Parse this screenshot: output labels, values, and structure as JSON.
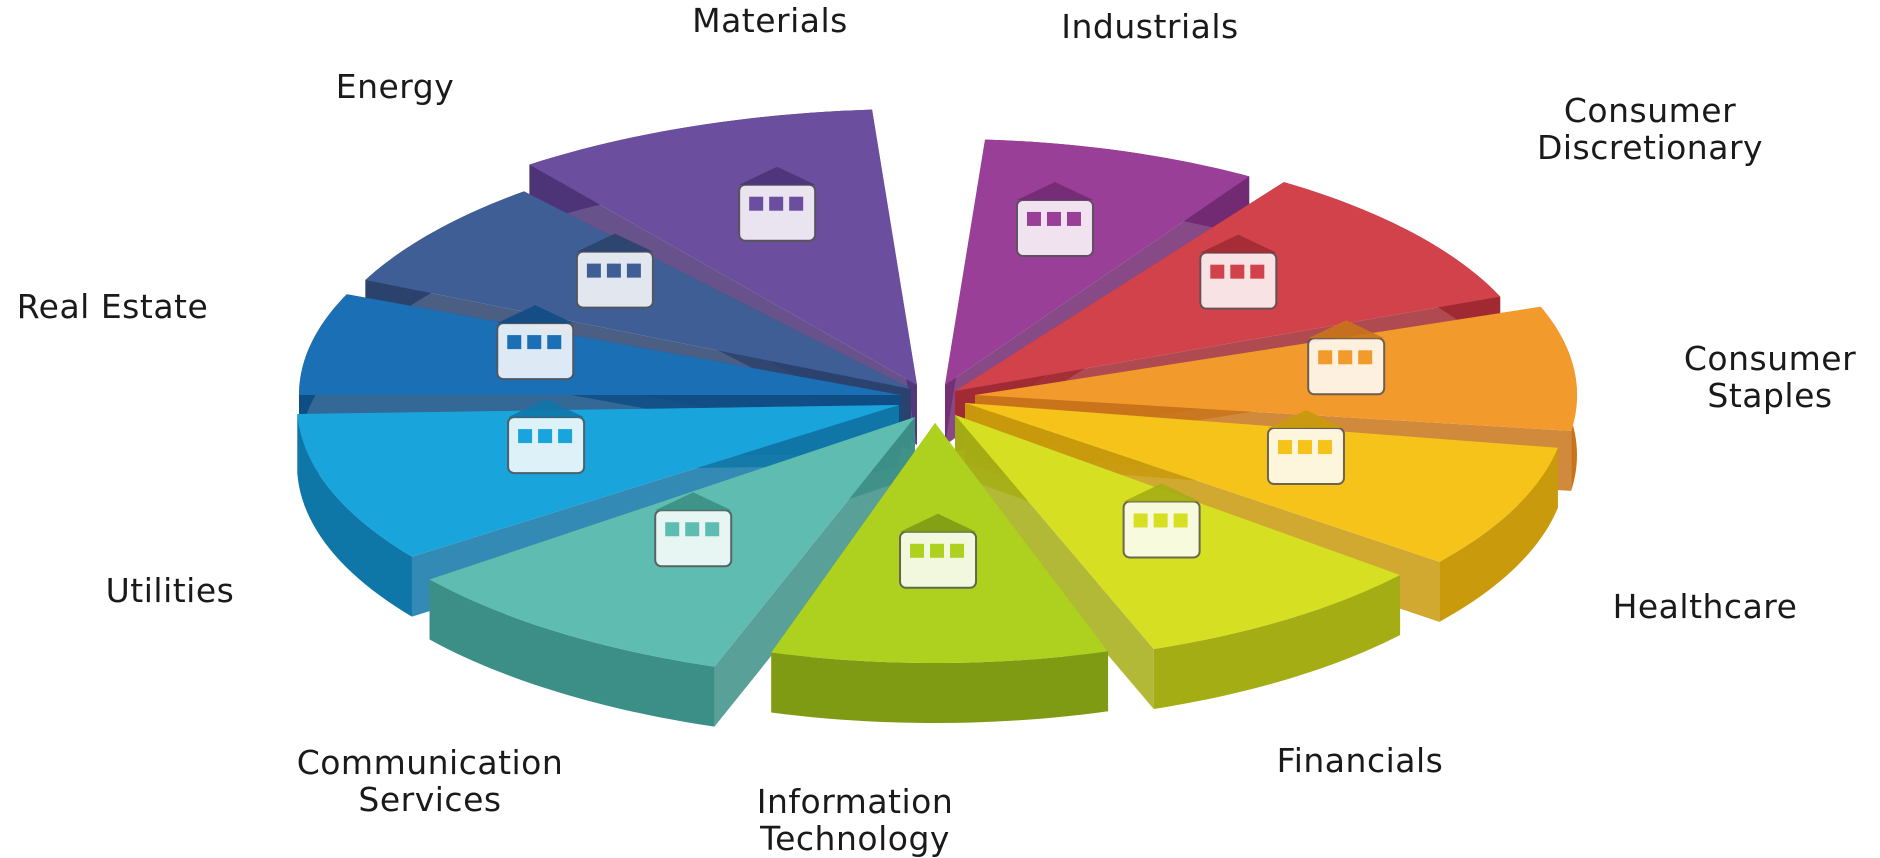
{
  "sectors": [
    {
      "id": "materials",
      "lines": [
        "Materials"
      ],
      "color": "#6b4e9e",
      "side": "#4d3478",
      "icon": "rocks-gold-icon"
    },
    {
      "id": "industrials",
      "lines": [
        "Industrials"
      ],
      "color": "#9a3f98",
      "side": "#722a72",
      "icon": "factory-icon"
    },
    {
      "id": "consumer-discretionary",
      "lines": [
        "Consumer",
        "Discretionary"
      ],
      "color": "#d2424b",
      "side": "#a12a33",
      "icon": "hotel-shop-icon"
    },
    {
      "id": "consumer-staples",
      "lines": [
        "Consumer",
        "Staples"
      ],
      "color": "#f39a2c",
      "side": "#c9741a",
      "icon": "food-icon"
    },
    {
      "id": "healthcare",
      "lines": [
        "Healthcare"
      ],
      "color": "#f6c31a",
      "side": "#c99a0c",
      "icon": "heart-syringe-icon"
    },
    {
      "id": "financials",
      "lines": [
        "Financials"
      ],
      "color": "#d6df22",
      "side": "#a5ad14",
      "icon": "card-money-shield-icon"
    },
    {
      "id": "information-technology",
      "lines": [
        "Information",
        "Technology"
      ],
      "color": "#aed01f",
      "side": "#7f9b14",
      "icon": "laptop-server-icon"
    },
    {
      "id": "communication-services",
      "lines": [
        "Communication",
        "Services"
      ],
      "color": "#5ebdb0",
      "side": "#3c8f86",
      "icon": "tablet-chat-icon"
    },
    {
      "id": "utilities",
      "lines": [
        "Utilities"
      ],
      "color": "#1aa4dc",
      "side": "#0f77a8",
      "icon": "solar-bulb-drop-icon"
    },
    {
      "id": "real-estate",
      "lines": [
        "Real Estate"
      ],
      "color": "#1b6fb5",
      "side": "#0f4d85",
      "icon": "house-building-icon"
    },
    {
      "id": "energy",
      "lines": [
        "Energy"
      ],
      "color": "#3f5e96",
      "side": "#2b426d",
      "icon": "barrel-pump-icon"
    }
  ],
  "colors": {
    "label": "#1a1a1a",
    "background": "#ffffff"
  }
}
